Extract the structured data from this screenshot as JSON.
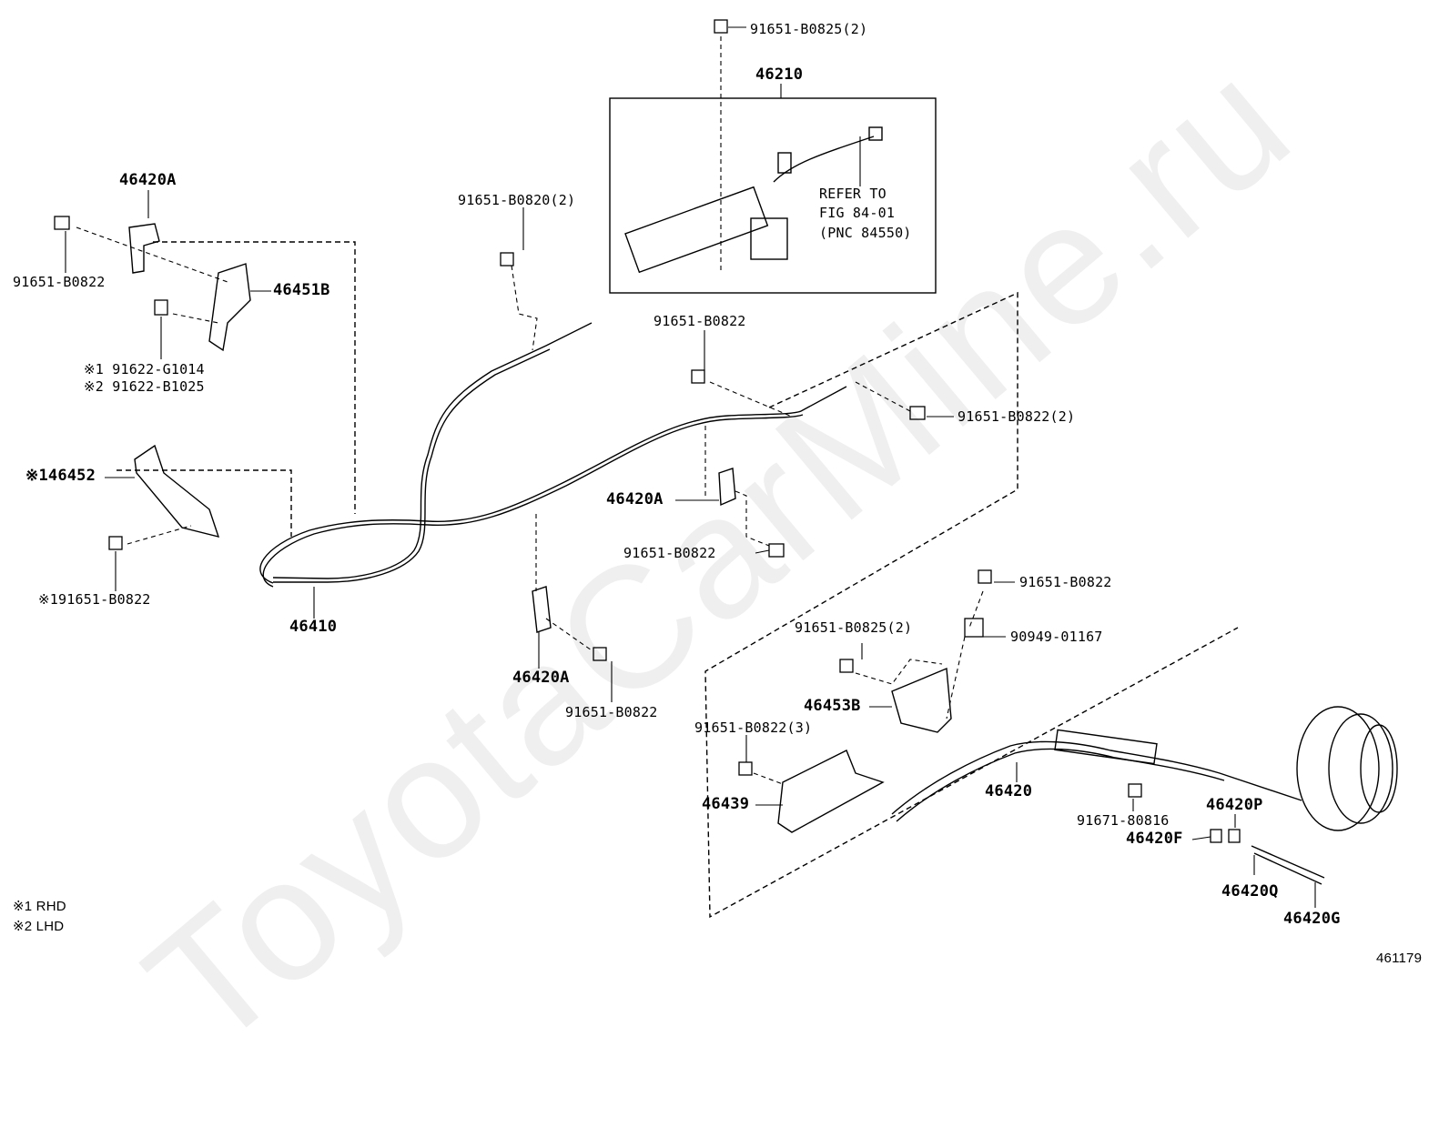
{
  "watermark": "ToyotaCarMine.ru",
  "figure_number": "461179",
  "notes": [
    "※1 RHD",
    "※2 LHD"
  ],
  "refer": {
    "line1": "REFER TO",
    "line2": "FIG 84-01",
    "line3": "(PNC 84550)"
  },
  "labels": {
    "p46210": "46210",
    "b0825_top": "91651-B0825(2)",
    "b0820": "91651-B0820(2)",
    "a46420A_top": "46420A",
    "b0822_left": "91651-B0822",
    "a46451B": "46451B",
    "g1014": "※1 91622-G1014",
    "b1025": "※2 91622-B1025",
    "a46452": "※146452",
    "b0822_l2": "※191651-B0822",
    "a46410": "46410",
    "b0822_mid": "91651-B0822",
    "b0822_2": "91651-B0822(2)",
    "a46420A_mid": "46420A",
    "b0822_mid2": "91651-B0822",
    "a46420A_low": "46420A",
    "b0822_low": "91651-B0822",
    "b0822_r1": "91651-B0822",
    "b0825_r": "91651-B0825(2)",
    "p90949": "90949-01167",
    "a46453B": "46453B",
    "b0822_3": "91651-B0822(3)",
    "a46439": "46439",
    "a46420": "46420",
    "p91671": "91671-80816",
    "a46420P": "46420P",
    "a46420F": "46420F",
    "a46420Q": "46420Q",
    "a46420G": "46420G"
  }
}
